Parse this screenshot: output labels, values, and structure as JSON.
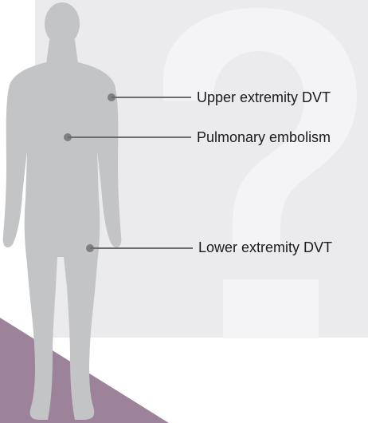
{
  "colors": {
    "background_panel": "#ebebed",
    "question_mark": "#f4f4f6",
    "purple_triangle": "#9d8399",
    "silhouette": "#c3c4c6",
    "marker": "#7f7f81",
    "callout_line": "#6c6c6e",
    "label_text": "#1a1a1a"
  },
  "callouts": [
    {
      "label": "Upper extremity DVT"
    },
    {
      "label": "Pulmonary embolism"
    },
    {
      "label": "Lower extremity DVT"
    }
  ]
}
